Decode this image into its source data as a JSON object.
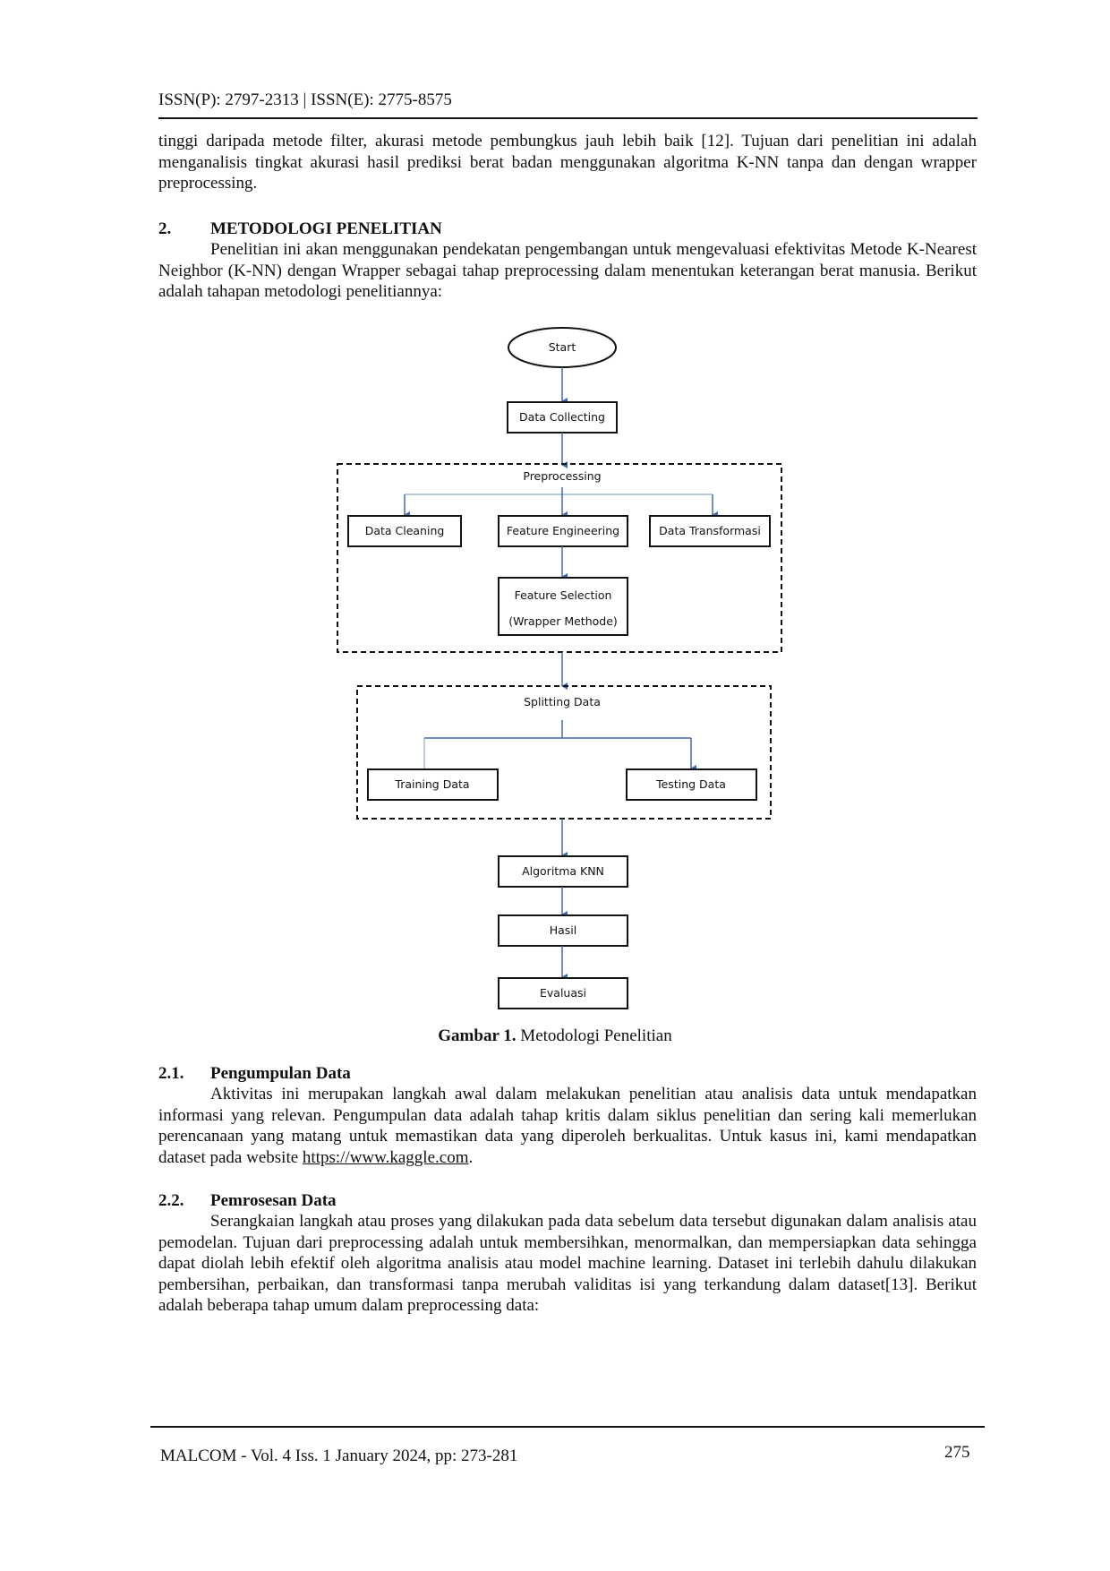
{
  "header": {
    "issn": "ISSN(P): 2797-2313 | ISSN(E): 2775-8575"
  },
  "intro_paragraph": "tinggi daripada metode filter, akurasi metode pembungkus jauh lebih baik [12]. Tujuan dari penelitian ini adalah menganalisis tingkat akurasi hasil prediksi berat badan menggunakan algoritma K-NN tanpa dan dengan wrapper preprocessing.",
  "section2": {
    "number": "2.",
    "title": "METODOLOGI PENELITIAN",
    "body": "Penelitian ini akan menggunakan pendekatan pengembangan untuk mengevaluasi efektivitas Metode K-Nearest Neighbor (K-NN) dengan Wrapper sebagai tahap preprocessing dalam menentukan keterangan berat manusia. Berikut adalah tahapan metodologi penelitiannya:"
  },
  "flowchart": {
    "start": "Start",
    "data_collecting": "Data Collecting",
    "preprocessing": "Preprocessing",
    "data_cleaning": "Data Cleaning",
    "feature_engineering": "Feature Engineering",
    "data_transformasi": "Data Transformasi",
    "feature_selection_line1": "Feature Selection",
    "feature_selection_line2": "(Wrapper Methode)",
    "splitting_data": "Splitting Data",
    "training_data": "Training Data",
    "testing_data": "Testing Data",
    "algoritma_knn": "Algoritma KNN",
    "hasil": "Hasil",
    "evaluasi": "Evaluasi"
  },
  "caption": {
    "label": "Gambar 1.",
    "text": " Metodologi Penelitian"
  },
  "section2_1": {
    "number": "2.1.",
    "title": "Pengumpulan Data",
    "body": "Aktivitas ini merupakan langkah awal dalam melakukan penelitian atau analisis data untuk mendapatkan informasi yang relevan. Pengumpulan data adalah tahap kritis dalam siklus penelitian dan sering kali memerlukan perencanaan yang matang untuk memastikan data yang diperoleh berkualitas. Untuk kasus ini, kami mendapatkan dataset pada website ",
    "link": "https://www.kaggle.com",
    "body_end": "."
  },
  "section2_2": {
    "number": "2.2.",
    "title": "Pemrosesan Data",
    "body": "Serangkaian langkah atau proses yang dilakukan pada data sebelum data tersebut digunakan dalam analisis atau pemodelan. Tujuan dari preprocessing adalah untuk membersihkan, menormalkan, dan mempersiapkan data sehingga dapat diolah lebih efektif oleh algoritma analisis atau model machine learning. Dataset ini terlebih dahulu dilakukan pembersihan, perbaikan, dan transformasi tanpa merubah validitas isi yang terkandung dalam dataset[13]. Berikut adalah beberapa tahap umum dalam preprocessing data:"
  },
  "footer": {
    "journal": "MALCOM - Vol. 4 Iss. 1 January 2024, pp: 273-281",
    "page_number": "275"
  }
}
